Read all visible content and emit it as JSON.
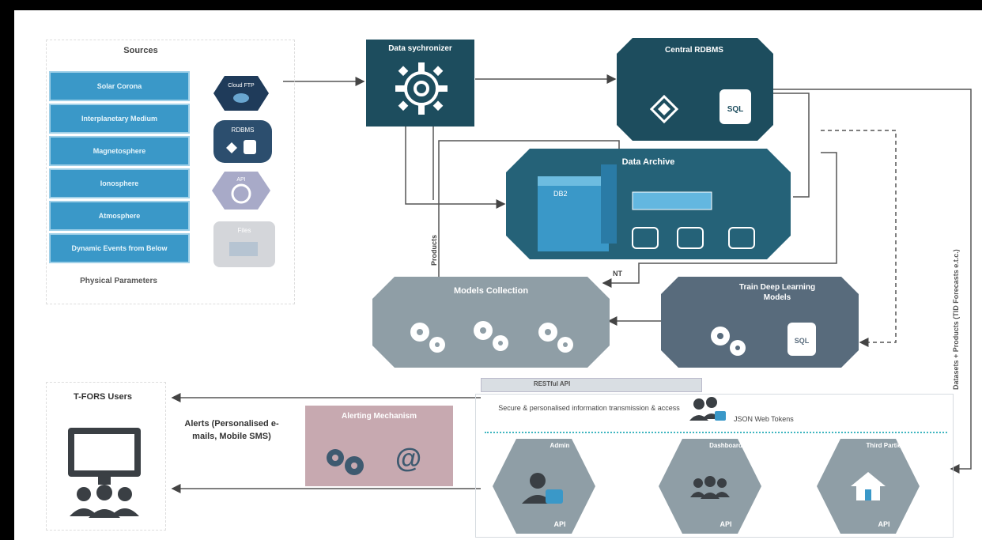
{
  "sources": {
    "title": "Sources",
    "items": [
      "Solar Corona",
      "Interplanetary Medium",
      "Magnetosphere",
      "Ionosphere",
      "Atmosphere",
      "Dynamic Events from Below"
    ],
    "icons": [
      {
        "name": "cloud-ftp-icon",
        "label": "Cloud FTP"
      },
      {
        "name": "rdbms-icon",
        "label": "RDBMS"
      },
      {
        "name": "api-icon",
        "label": "API"
      },
      {
        "name": "files-icon",
        "label": "Files"
      }
    ],
    "footer": "Physical Parameters"
  },
  "synchronizer": {
    "title": "Data sychronizer"
  },
  "central": {
    "title": "Central RDBMS",
    "sql": "SQL"
  },
  "archive": {
    "title": "Data Archive",
    "disk_label": "DB2"
  },
  "models": {
    "title": "Models Collection"
  },
  "train": {
    "title": "Train Deep Learning Models",
    "sql": "SQL"
  },
  "edge_labels": {
    "products": "Products",
    "nt": "NT",
    "datasets": "Datasets + Products (TID Forecasts e.t.c.)"
  },
  "users": {
    "title": "T-FORS Users"
  },
  "alerts": {
    "text": "Alerts (Personalised e-mails, Mobile SMS)"
  },
  "alerting": {
    "title": "Alerting Mechanism",
    "at": "@"
  },
  "rest": {
    "title": "RESTful API",
    "secure": "Secure & personalised information transmission & access",
    "jwt": "JSON Web Tokens",
    "apis": [
      {
        "name": "Admin",
        "label": "API"
      },
      {
        "name": "Dashboard",
        "label": "API"
      },
      {
        "name": "Third Parties",
        "label": "API"
      }
    ]
  },
  "colors": {
    "source_blue": "#3a98c8",
    "dark_teal": "#1d4d5e",
    "archive_teal": "#256278",
    "grey": "#8f9ea6",
    "slate": "#586b7c",
    "pink": "#c7a9b0",
    "light_grey": "#bcc3c9"
  }
}
